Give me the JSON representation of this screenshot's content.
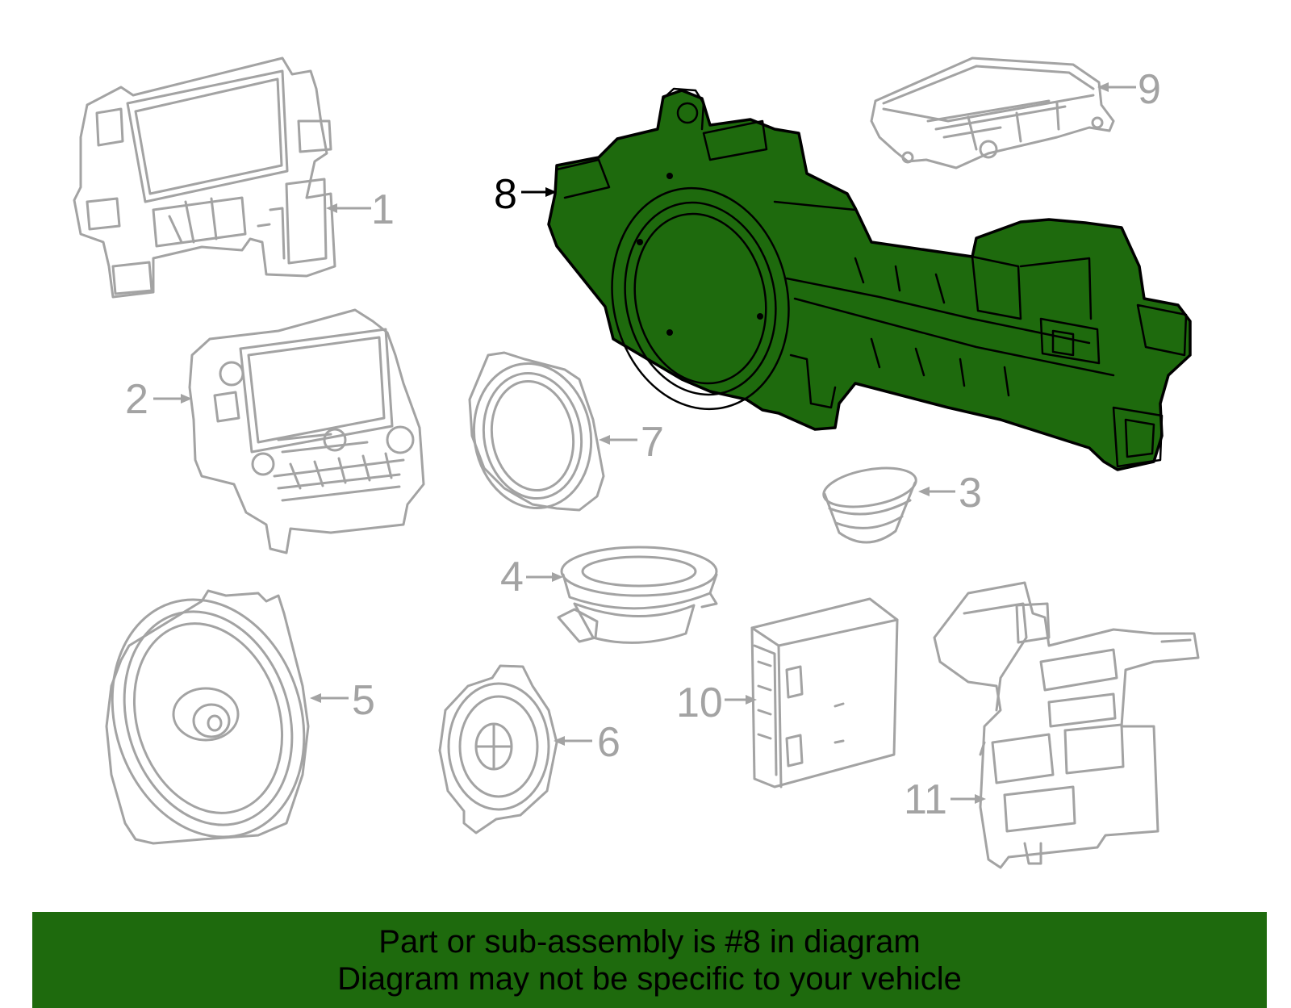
{
  "callouts": {
    "c1": "1",
    "c2": "2",
    "c3": "3",
    "c4": "4",
    "c5": "5",
    "c6": "6",
    "c7": "7",
    "c8": "8",
    "c9": "9",
    "c10": "10",
    "c11": "11"
  },
  "highlighted_part": "8",
  "colors": {
    "highlight_fill": "#1e6a0d",
    "line_art": "#a3a3a3",
    "banner_bg": "#1e6a0d"
  },
  "banner": {
    "line1": "Part or sub-assembly is #8 in diagram",
    "line2": "Diagram may not be specific to your vehicle"
  }
}
